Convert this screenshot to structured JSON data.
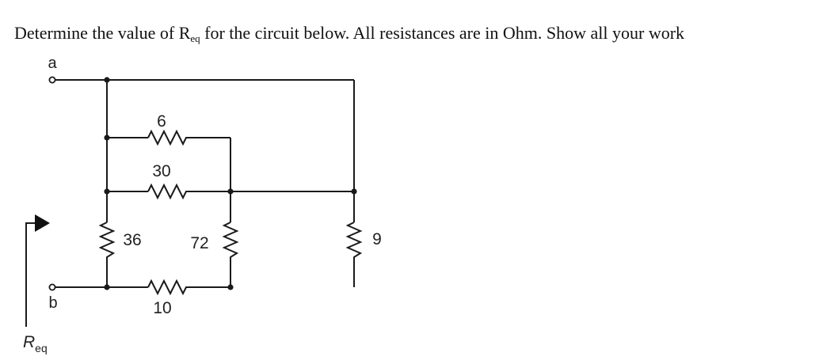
{
  "question": {
    "text_before": "Determine the value of R",
    "subscript": "eq",
    "text_after": " for the circuit below. All resistances are in Ohm. Show all your work"
  },
  "circuit": {
    "terminal_a": "a",
    "terminal_b": "b",
    "req_main": "R",
    "req_sub": "eq",
    "resistors": [
      {
        "id": "R6",
        "label": "6"
      },
      {
        "id": "R30",
        "label": "30"
      },
      {
        "id": "R36",
        "label": "36"
      },
      {
        "id": "R72",
        "label": "72"
      },
      {
        "id": "R10",
        "label": "10"
      },
      {
        "id": "R9",
        "label": "9"
      }
    ]
  }
}
